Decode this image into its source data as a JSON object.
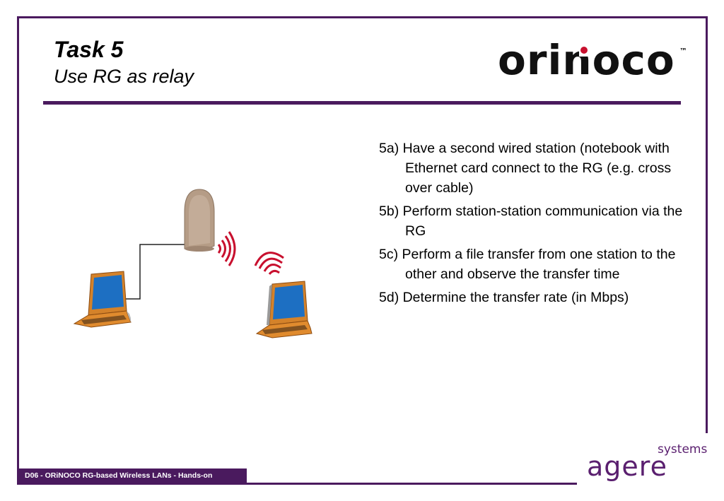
{
  "slide": {
    "title": "Task 5",
    "subtitle": "Use RG as relay"
  },
  "logo": {
    "brand": "orinoco",
    "tm": "™"
  },
  "bullets": [
    "5a) Have a second wired station (notebook with Ethernet card connect to the RG (e.g. cross over cable)",
    "5b) Perform station-station communication via the RG",
    "5c) Perform a file transfer from one station to the other and observe the transfer time",
    "5d) Determine the transfer rate (in Mbps)"
  ],
  "company": {
    "name": "agere",
    "suffix": "systems"
  },
  "footer": {
    "label": "D06 - ORiNOCO RG-based Wireless LANs - Hands-on"
  },
  "colors": {
    "frame": "#4a1a5e",
    "accent": "#c8102e",
    "laptop_body": "#d4822a",
    "laptop_screen": "#1d6fc2",
    "router": "#b59c86"
  }
}
